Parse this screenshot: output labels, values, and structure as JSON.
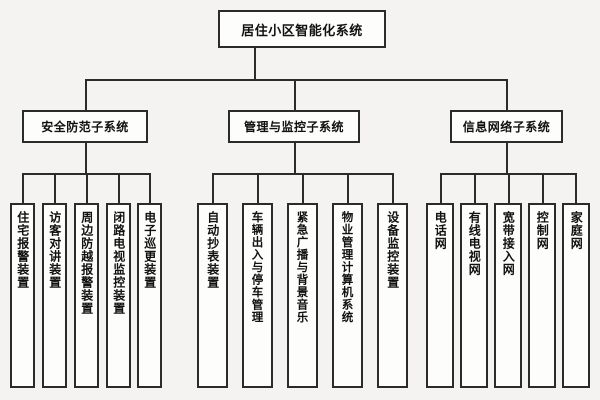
{
  "diagram": {
    "title": "居住小区智能化系统",
    "type": "organization-hierarchy",
    "language": "zh-CN",
    "colors": {
      "background": "#f4f3f1",
      "box_fill": "#fdfdfc",
      "line": "#2b2b2b",
      "text": "#111111"
    },
    "root": {
      "label": "居住小区智能化系统"
    },
    "branches": [
      {
        "label": "安全防范子系统",
        "leaves": [
          {
            "label": "住宅报警装置"
          },
          {
            "label": "访客对讲装置"
          },
          {
            "label": "周边防越报警装置"
          },
          {
            "label": "闭路电视监控装置"
          },
          {
            "label": "电子巡更装置"
          }
        ]
      },
      {
        "label": "管理与监控子系统",
        "leaves": [
          {
            "label": "自动抄表装置"
          },
          {
            "label": "车辆出入与停车管理"
          },
          {
            "label": "紧急广播与背景音乐"
          },
          {
            "label": "物业管理计算机系统"
          },
          {
            "label": "设备监控装置"
          }
        ]
      },
      {
        "label": "信息网络子系统",
        "leaves": [
          {
            "label": "电话网"
          },
          {
            "label": "有线电视网"
          },
          {
            "label": "宽带接入网"
          },
          {
            "label": "控制网"
          },
          {
            "label": "家庭网"
          }
        ]
      }
    ]
  }
}
